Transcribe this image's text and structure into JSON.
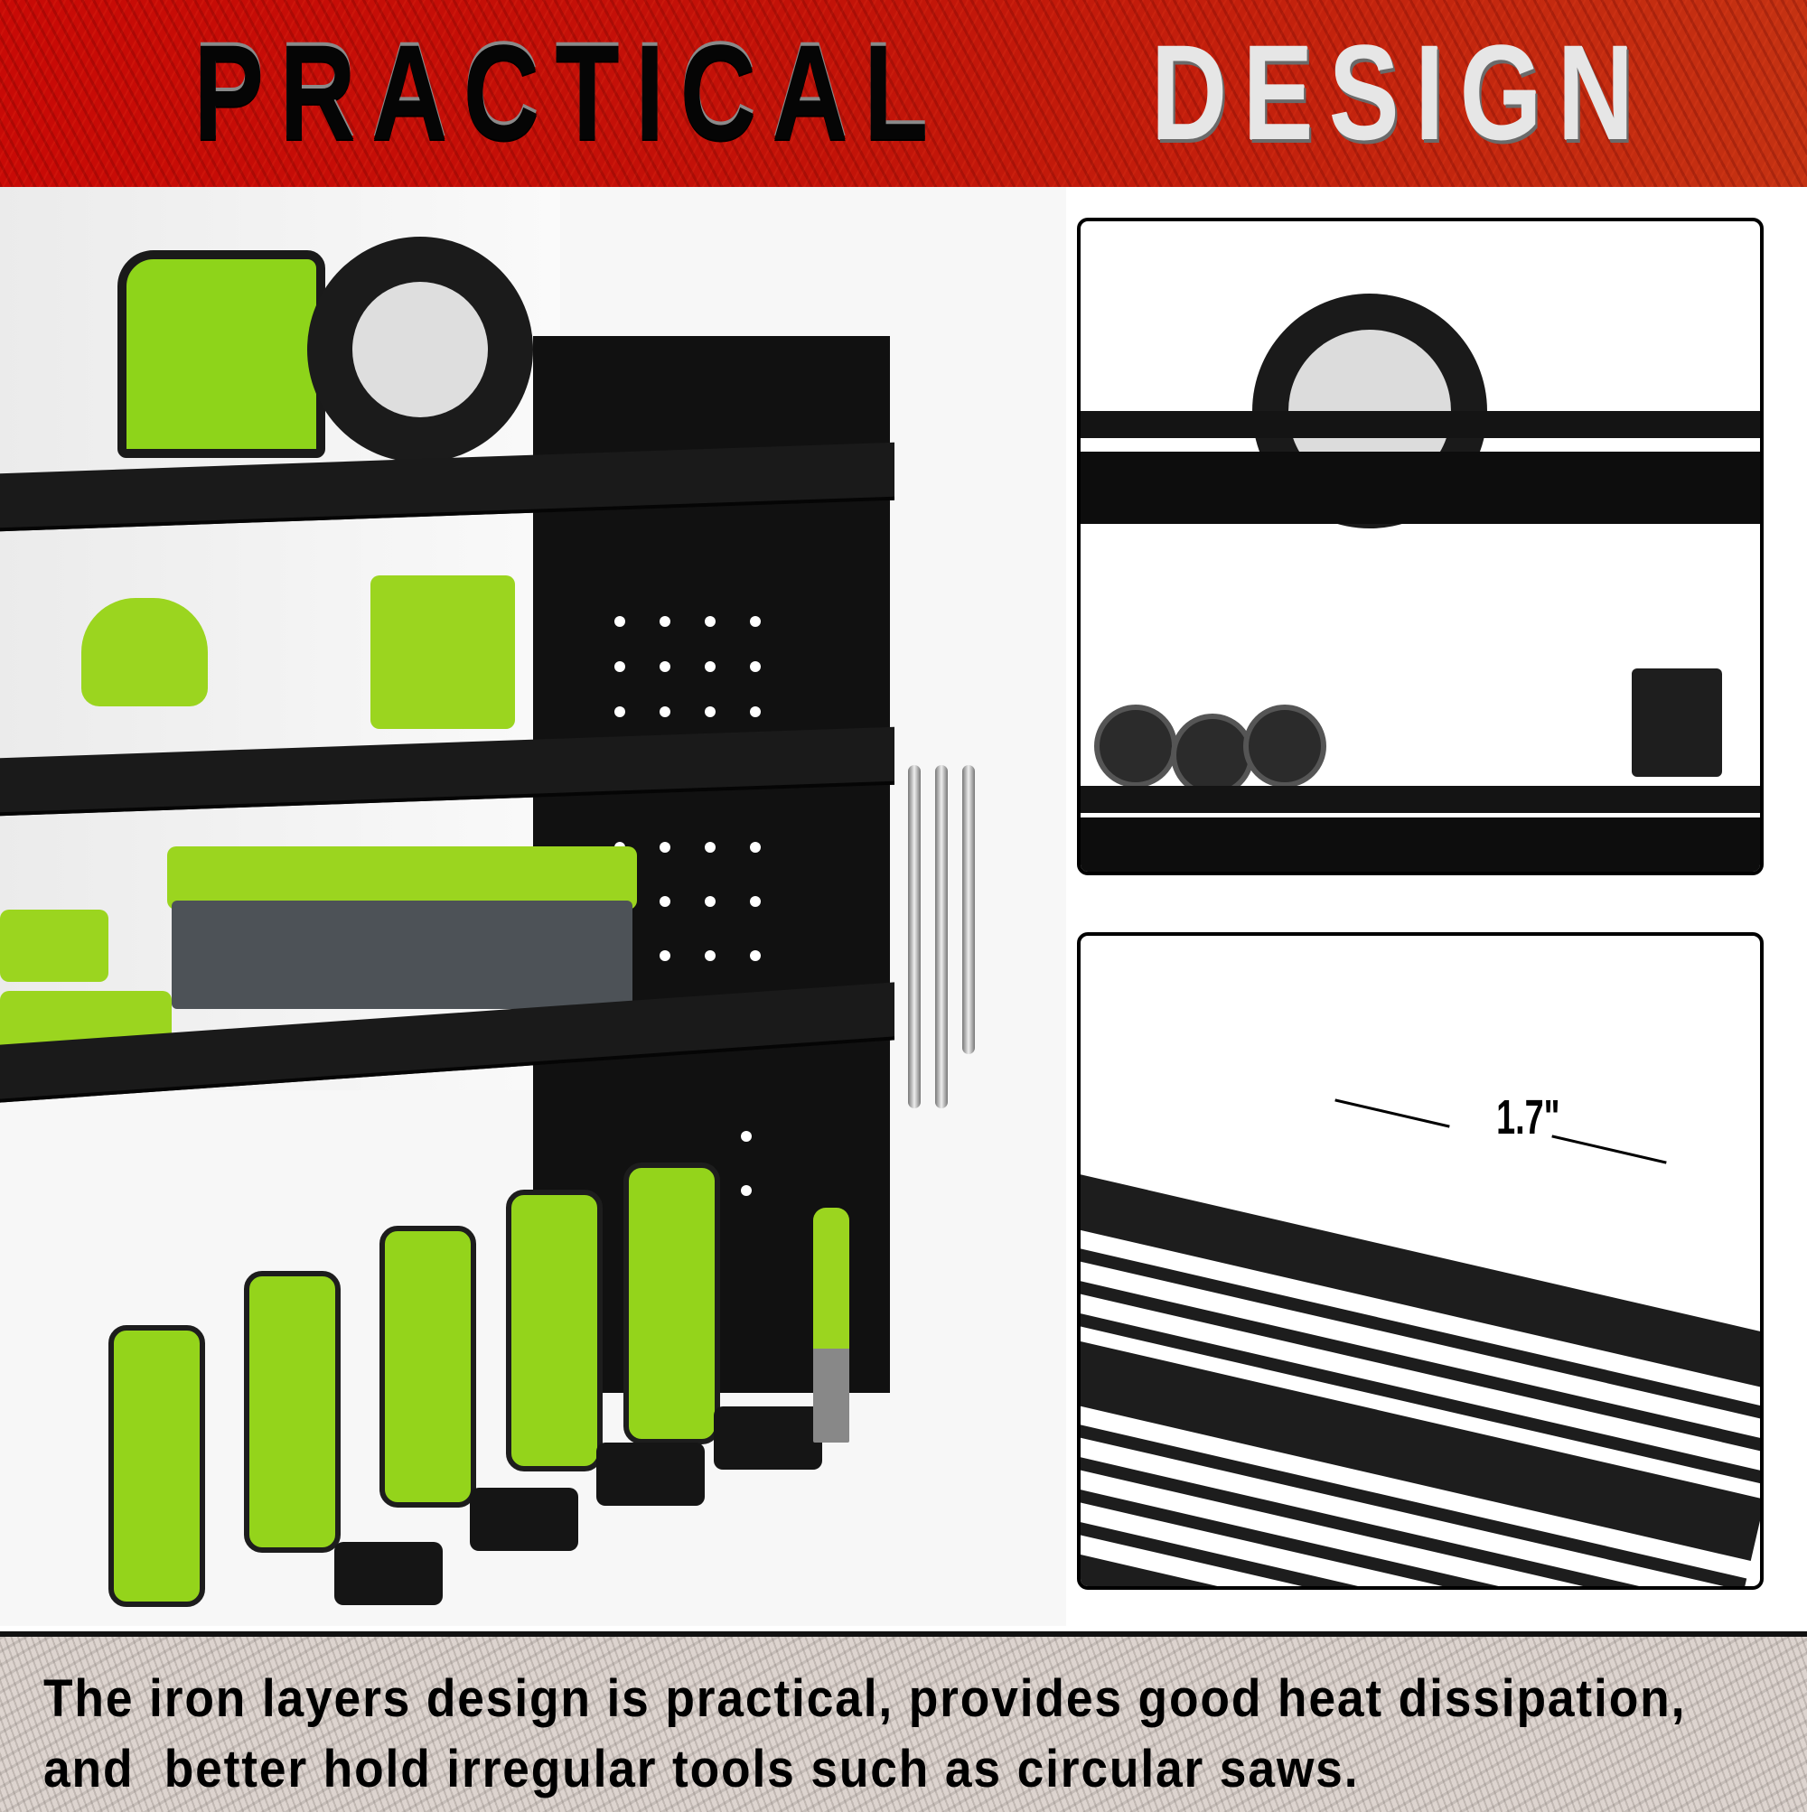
{
  "header": {
    "title_part1": "PRACTICAL",
    "title_part2": "DESIGN",
    "background_color": "#c41208",
    "title_part1_color": "#050505",
    "title_part2_color": "#e6e6e6"
  },
  "main_image": {
    "subject": "wall-mounted black iron power tool organizer rack",
    "items": [
      "circular saw",
      "respirator mask",
      "trim router",
      "green toolbox",
      "green parts cases",
      "cordless drills",
      "wrenches",
      "scraper"
    ],
    "accent_color": "#94d41b"
  },
  "detail_panels": [
    {
      "id": "saw-closeup",
      "subject": "circular saw resting through iron layer slot, respirator mask and battery on shelf below"
    },
    {
      "id": "shelf-dimension",
      "subject": "iron wire layer close-up with gap dimension",
      "dimension_label": "1.7\""
    }
  ],
  "footer": {
    "caption_line1": "The iron layers design is practical, provides good heat dissipation,",
    "caption_line2": "and  better hold irregular tools such as circular saws.",
    "background_color": "#ddd4cf"
  }
}
